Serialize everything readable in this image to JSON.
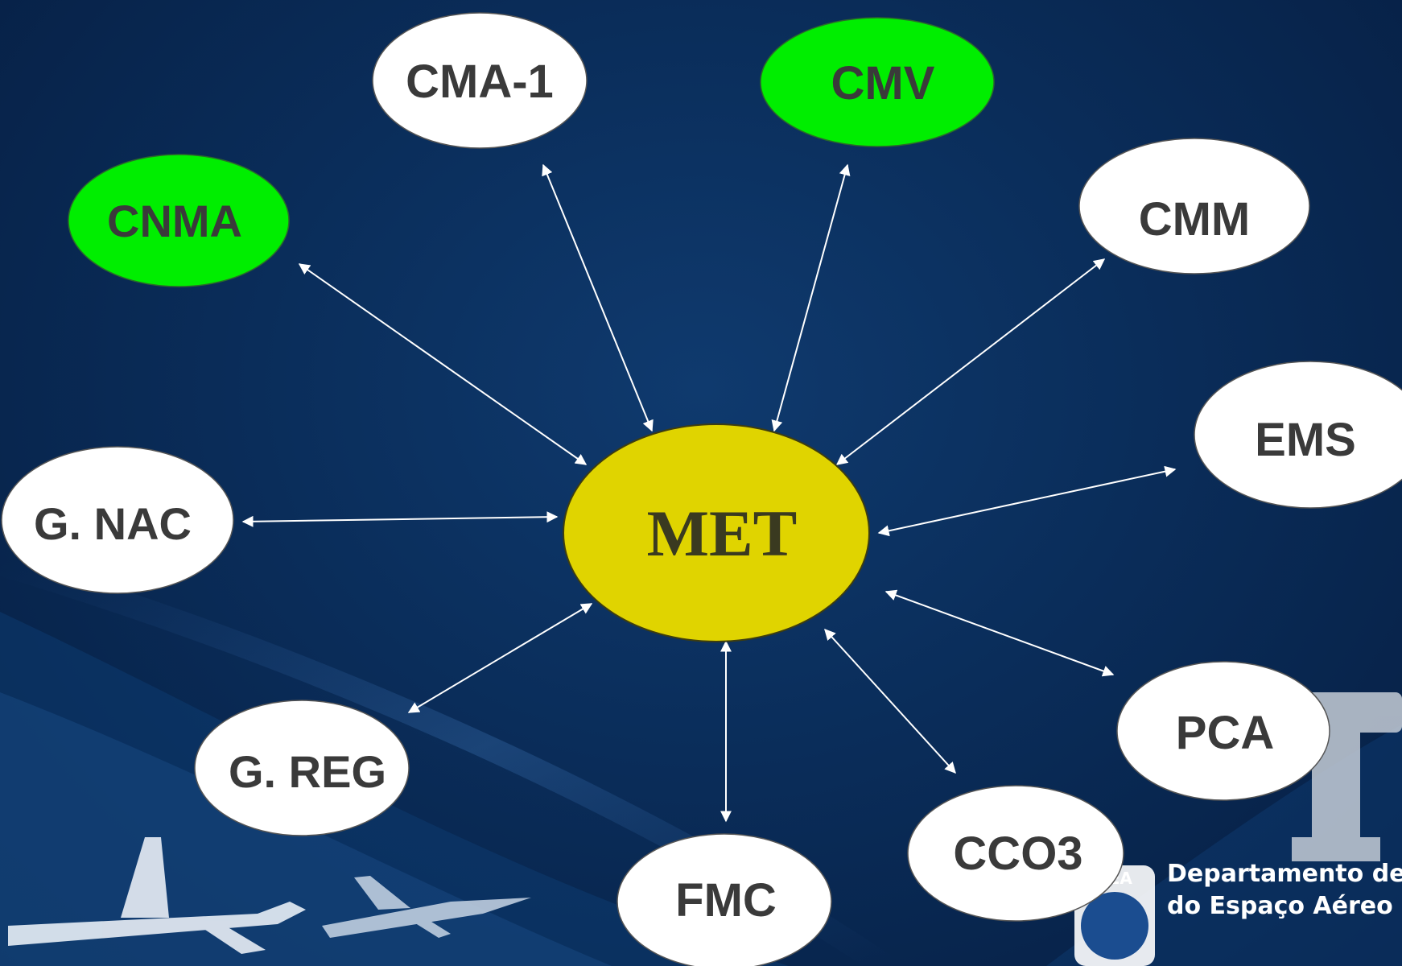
{
  "diagram": {
    "center": {
      "label": "MET",
      "fill": "#e0d400"
    },
    "nodes": [
      {
        "id": "cma1",
        "label": "CMA-1",
        "fill": "#ffffff"
      },
      {
        "id": "cmv",
        "label": "CMV",
        "fill": "#00ee00"
      },
      {
        "id": "cnma",
        "label": "CNMA",
        "fill": "#00ee00"
      },
      {
        "id": "cmm",
        "label": "CMM",
        "fill": "#ffffff"
      },
      {
        "id": "ems",
        "label": "EMS",
        "fill": "#ffffff"
      },
      {
        "id": "gnac",
        "label": "G. NAC",
        "fill": "#ffffff"
      },
      {
        "id": "greg",
        "label": "G. REG",
        "fill": "#ffffff"
      },
      {
        "id": "pca",
        "label": "PCA",
        "fill": "#ffffff"
      },
      {
        "id": "cco3",
        "label": "CCO3",
        "fill": "#ffffff"
      },
      {
        "id": "fmc",
        "label": "FMC",
        "fill": "#ffffff"
      }
    ],
    "connector_color": "#ffffff"
  },
  "branding": {
    "logo_abbr": "CEA",
    "org_line1": "Departamento de Co",
    "org_line2": "do Espaço Aéreo"
  }
}
